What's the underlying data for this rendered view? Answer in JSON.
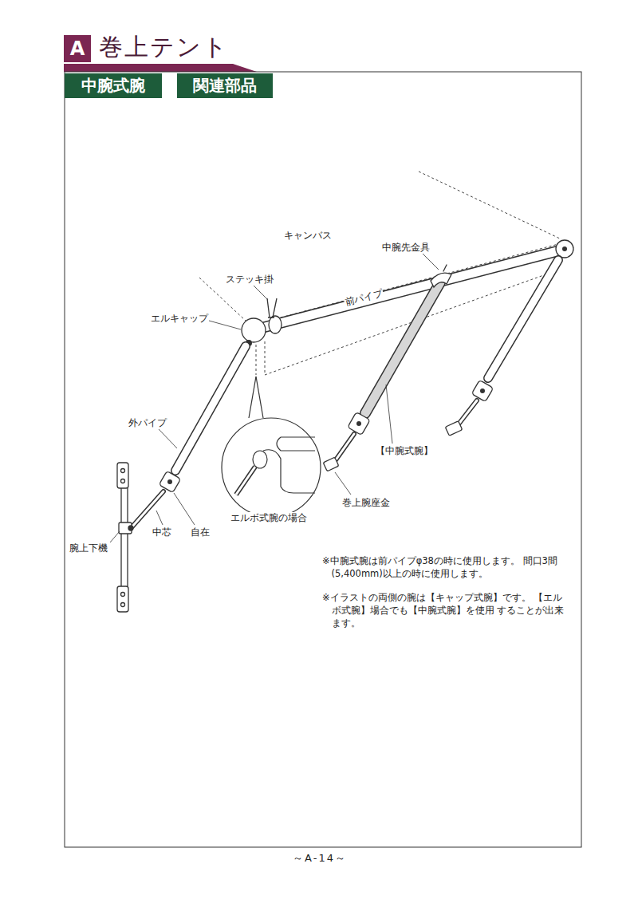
{
  "diagram": {
    "title": "巻上テント",
    "nodes": [
      {
        "text": [
          "A"
        ]
      },
      {
        "text": [
          "中腕式腕"
        ]
      },
      {
        "text": [
          "関連部品"
        ]
      }
    ],
    "labels": [
      "キャンバス",
      "中腕先金具",
      "ステッキ掛",
      "前パイプ",
      "エルキャップ",
      "外パイプ",
      "【中腕式腕】",
      "巻上腕座金",
      "中芯",
      "自在",
      "腕上下機",
      "エルボ式腕の場合",
      "※中腕式腕は前パイプφ38の時に使用します。 間口3間(5,400mm)以上の時に使用します。",
      "※イラストの両側の腕は【キャップ式腕】です。 【エルボ式腕】場合でも【中腕式腕】を使用 することが出来ます。",
      "～A-14～"
    ]
  }
}
